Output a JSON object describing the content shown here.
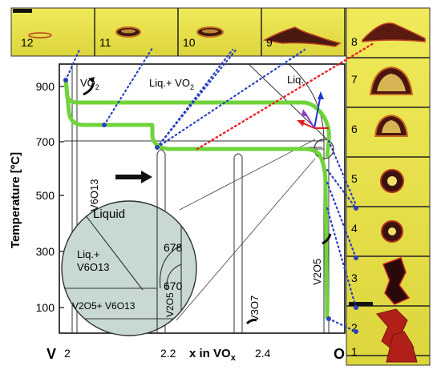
{
  "figure": {
    "y_axis": {
      "label": "Temperature [ºC]",
      "ticks": [
        "100",
        "300",
        "500",
        "700",
        "900"
      ],
      "range": [
        0,
        960
      ]
    },
    "x_axis": {
      "label_x": "x in VO",
      "label_sub": "x",
      "ticks": [
        "2",
        "2.2",
        "2.4"
      ],
      "left_end": "V",
      "right_end": "O"
    },
    "phase_labels": {
      "vo2": "VO",
      "vo2_sub": "2",
      "liq_vo2": "Liq.+ VO",
      "liq_vo2_sub": "2",
      "liq": "Liq.",
      "v6o13": "V6O13",
      "v2o5": "V2O5",
      "v3o7": "V3O7"
    },
    "inset": {
      "liquid": "Liquid",
      "liq_plus_line1": "Liq.+",
      "liq_plus_line2": "V6O13",
      "v2o5": "V2O5",
      "bottom": "V2O5+ V6O13",
      "temp_high": "678",
      "temp_low": "670"
    },
    "top_frames": [
      "12",
      "11",
      "10",
      "9",
      "8"
    ],
    "side_frames": [
      "7",
      "6",
      "5",
      "4",
      "3",
      "2",
      "1"
    ],
    "colors": {
      "frame_bg": "#e8e34a",
      "path_green": "#6fd43a",
      "dotted_blue": "#2a3fc0",
      "dotted_red": "#e8202a",
      "inset_fill": "#c8d9d4",
      "arrow_blue": "#2233cc",
      "arrow_red": "#dd2222",
      "arrow_purple": "#8a3fc8"
    }
  }
}
